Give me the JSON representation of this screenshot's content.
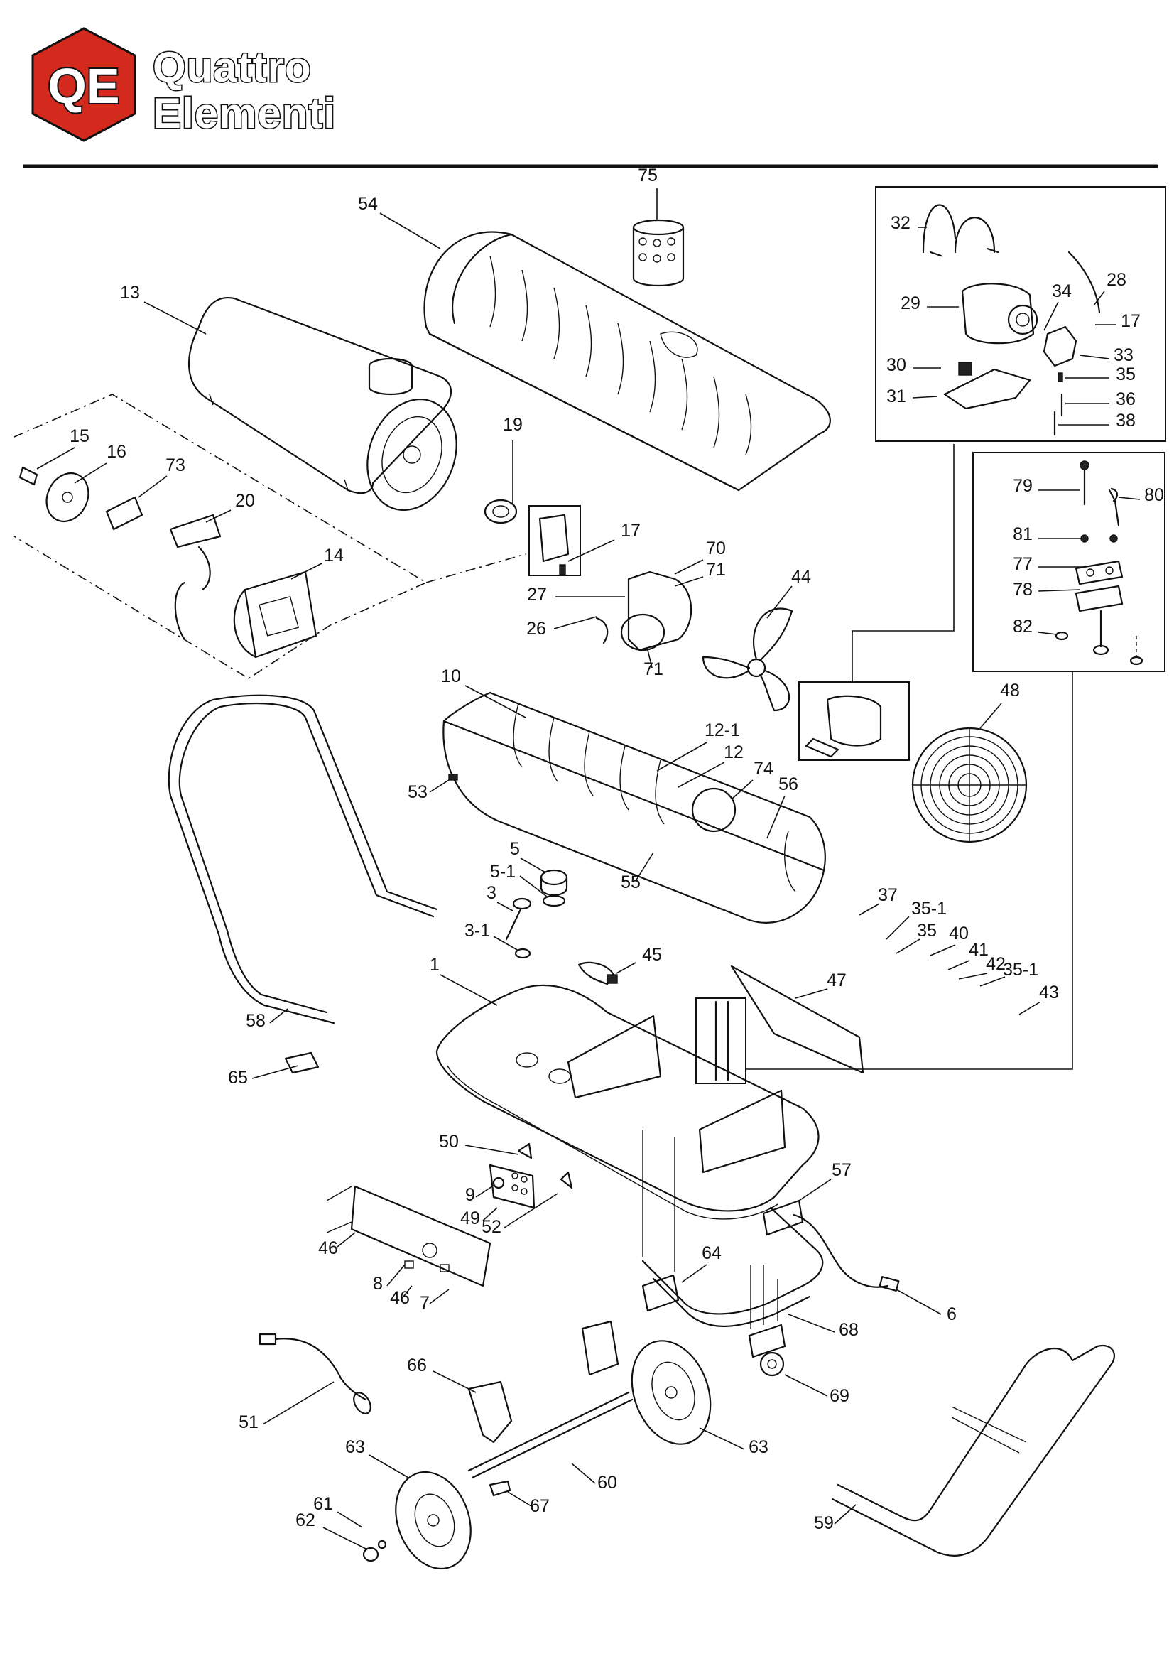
{
  "brand": {
    "mark": "QE",
    "line1": "Quattro",
    "line2": "Elementi",
    "color": "#d42a1e"
  },
  "callouts": [
    "1",
    "3",
    "3-1",
    "5",
    "5-1",
    "6",
    "7",
    "8",
    "9",
    "10",
    "12",
    "12-1",
    "13",
    "14",
    "15",
    "16",
    "17",
    "17",
    "19",
    "20",
    "26",
    "27",
    "28",
    "29",
    "30",
    "31",
    "32",
    "33",
    "34",
    "35",
    "35",
    "35-1",
    "35-1",
    "36",
    "37",
    "38",
    "40",
    "41",
    "42",
    "43",
    "44",
    "45",
    "46",
    "46",
    "47",
    "48",
    "49",
    "50",
    "51",
    "52",
    "53",
    "54",
    "55",
    "56",
    "57",
    "58",
    "59",
    "60",
    "61",
    "62",
    "63",
    "63",
    "64",
    "65",
    "66",
    "67",
    "68",
    "69",
    "70",
    "71",
    "71",
    "73",
    "74",
    "75",
    "77",
    "78",
    "79",
    "80",
    "81",
    "82"
  ]
}
